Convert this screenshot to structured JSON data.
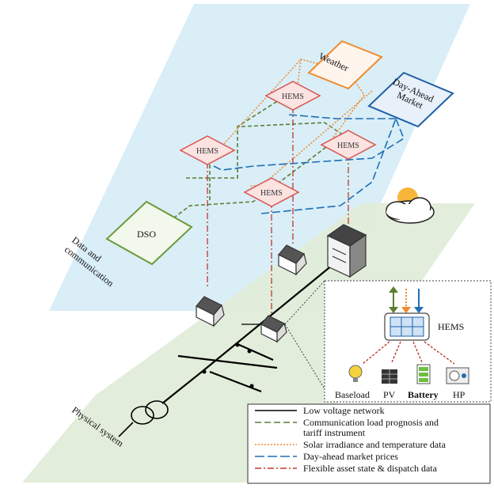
{
  "colors": {
    "plane_top": "#d9eef7",
    "plane_bottom": "#e1ecd9",
    "hems_border": "#d9534f",
    "hems_fill": "#fbe3e1",
    "weather": "#f08a2c",
    "market": "#1f5fa6",
    "dso": "#6c9a3a",
    "comm_line": "#5a7f33",
    "solar_line": "#f08a2c",
    "market_line": "#1f6fb5",
    "dispatch_line": "#c0392b"
  },
  "nodes": {
    "weather": "Weather",
    "market": "Day-Ahead\nMarket",
    "dso": "DSO",
    "hems": [
      "HEMS",
      "HEMS",
      "HEMS",
      "HEMS"
    ]
  },
  "planes": {
    "data_label": "Data and\ncommunication",
    "physical_label": "Physical system"
  },
  "inset": {
    "hems_label": "HEMS",
    "assets": [
      "Baseload",
      "PV",
      "Battery",
      "HP"
    ]
  },
  "legend": [
    {
      "style": "solid",
      "color": "#000000",
      "text": "Low voltage network"
    },
    {
      "style": "dashed",
      "color": "#5a7f33",
      "text": "Communication load prognosis and\ntariff instrument"
    },
    {
      "style": "dotted",
      "color": "#f08a2c",
      "text": "Solar irradiance and temperature data"
    },
    {
      "style": "longdash",
      "color": "#1f6fb5",
      "text": "Day-ahead market prices"
    },
    {
      "style": "dashdot",
      "color": "#c0392b",
      "text": "Flexible asset state & dispatch data"
    }
  ]
}
